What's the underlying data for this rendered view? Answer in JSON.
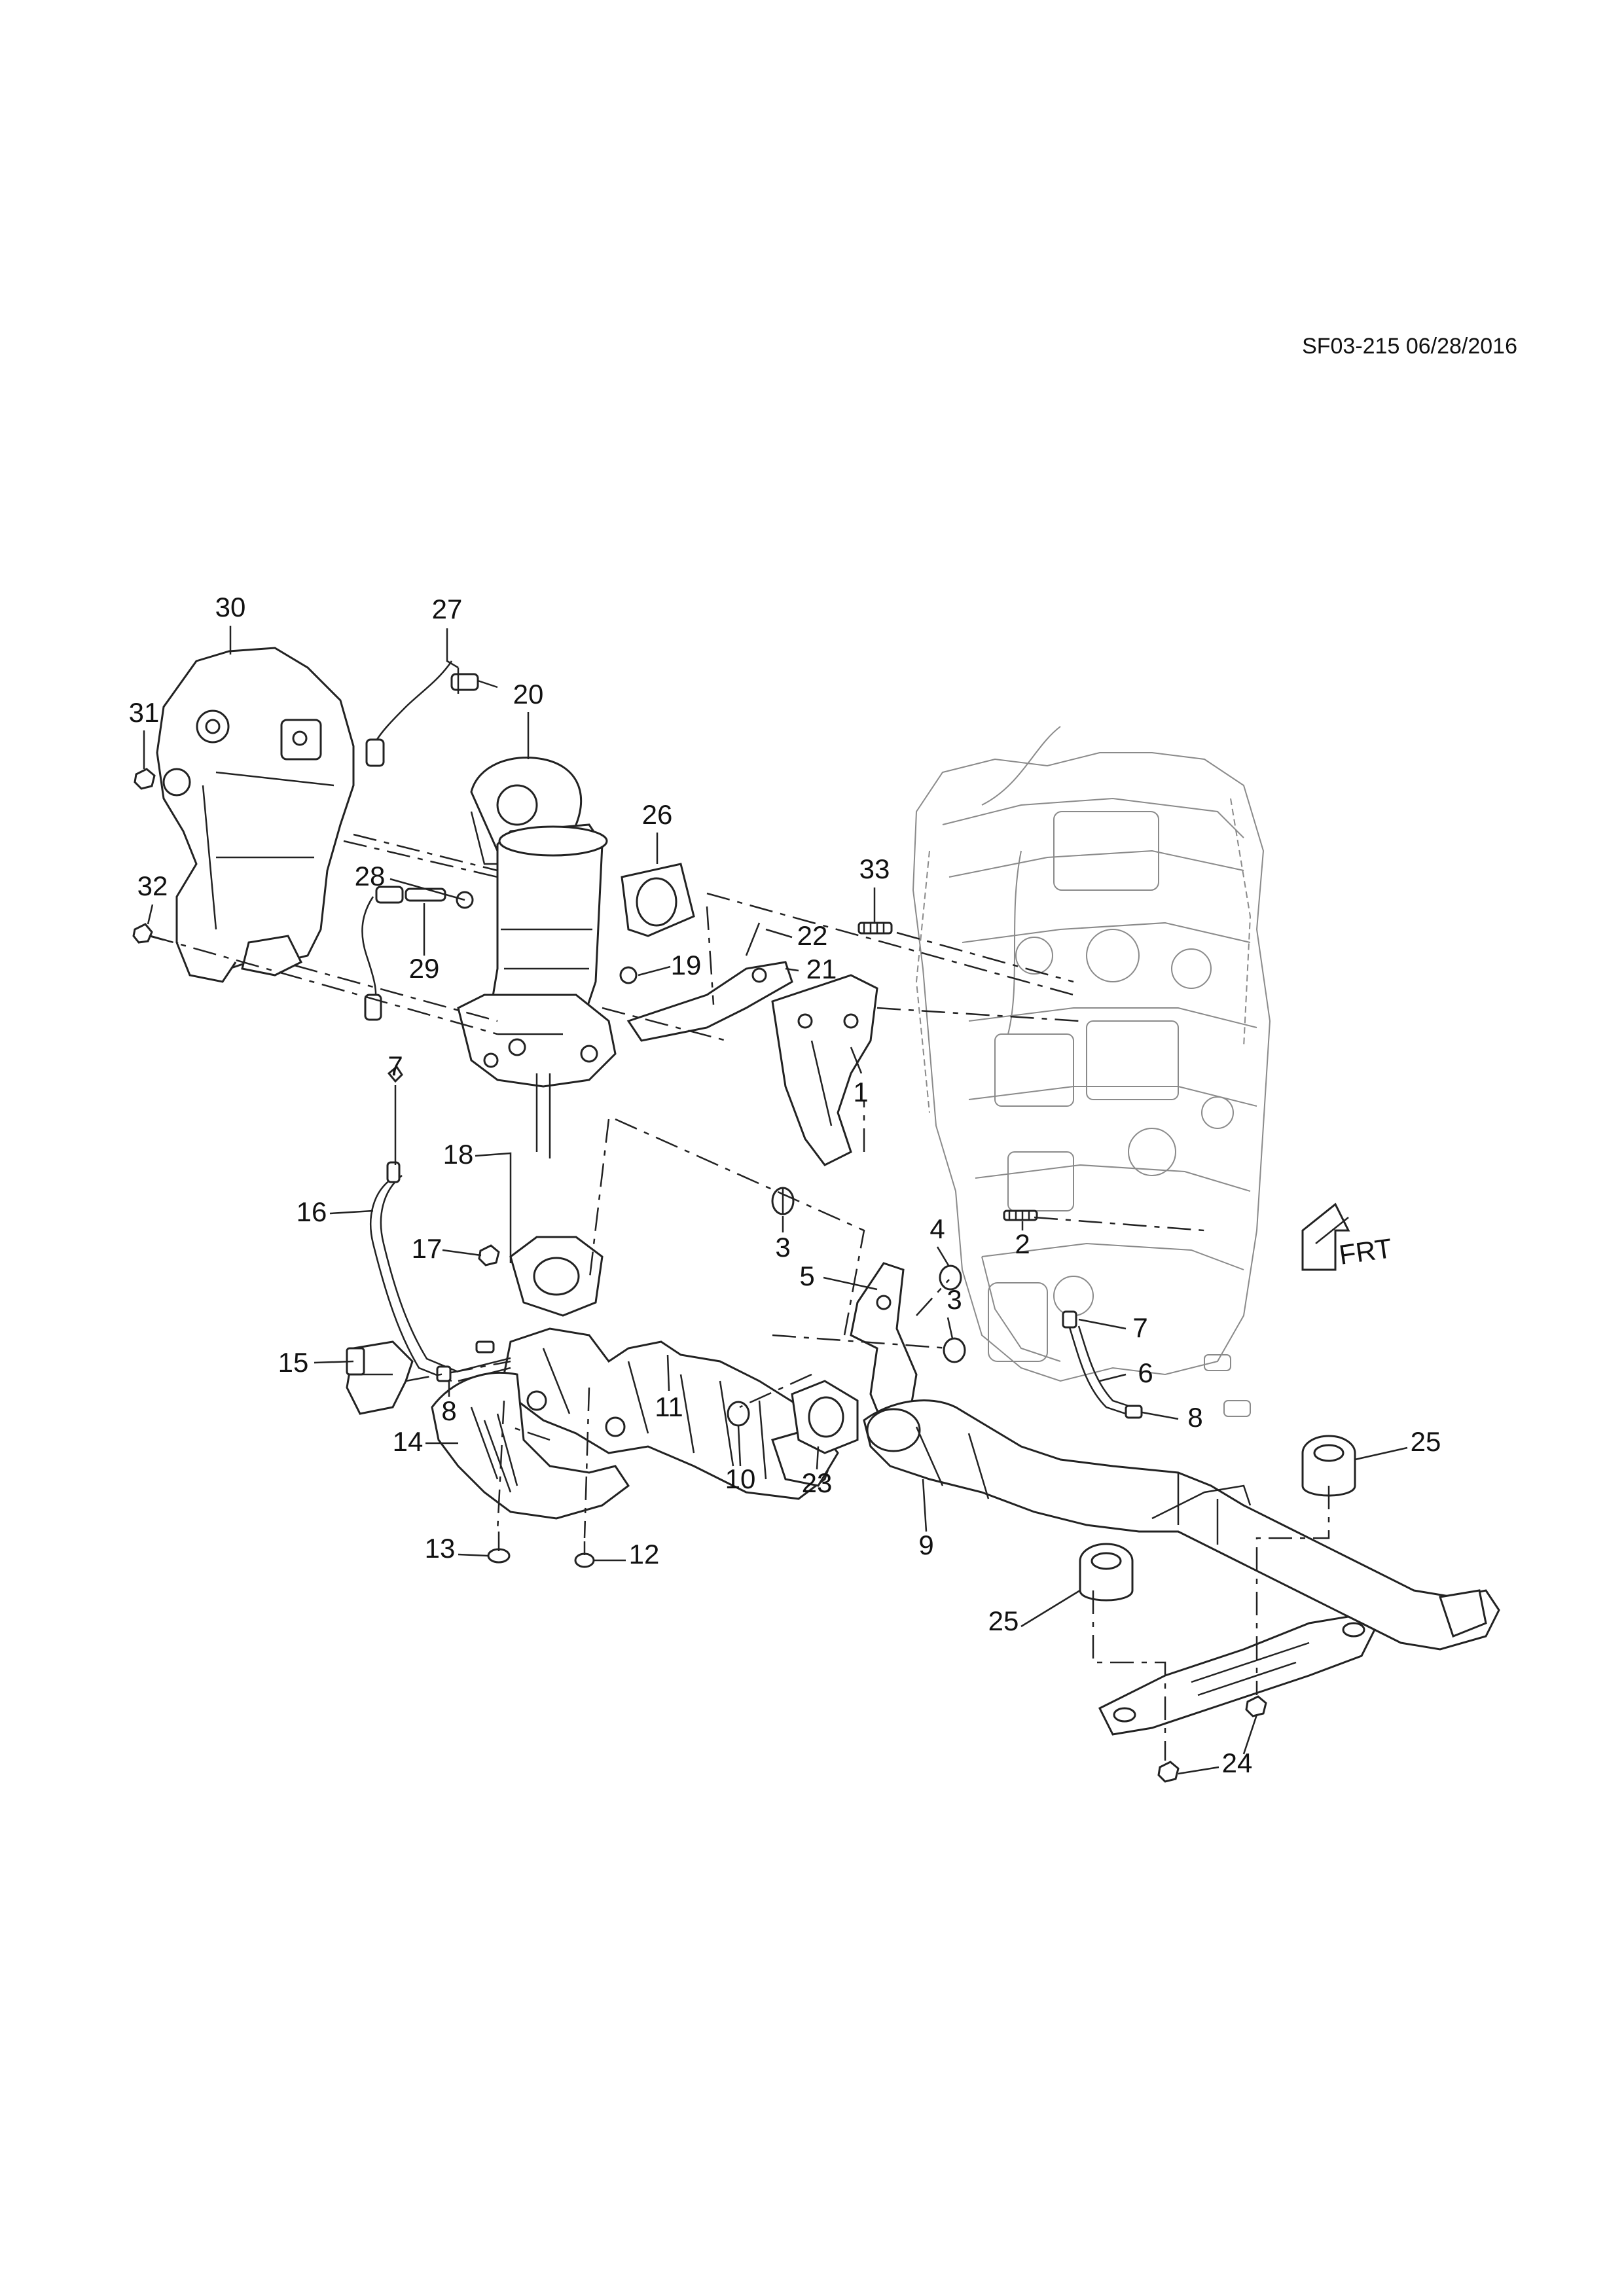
{
  "document": {
    "id": "SF03-215 06/28/2016"
  },
  "orientation": {
    "label": "FRT"
  },
  "callouts": [
    "1",
    "2",
    "3",
    "3",
    "4",
    "5",
    "6",
    "7",
    "7",
    "8",
    "8",
    "9",
    "10",
    "11",
    "12",
    "13",
    "14",
    "15",
    "16",
    "17",
    "18",
    "19",
    "20",
    "21",
    "22",
    "23",
    "24",
    "25",
    "25",
    "26",
    "27",
    "28",
    "29",
    "30",
    "31",
    "32",
    "33"
  ],
  "colors": {
    "ink": "#222222",
    "engine_ink": "#8a8a8a",
    "background": "#ffffff"
  }
}
